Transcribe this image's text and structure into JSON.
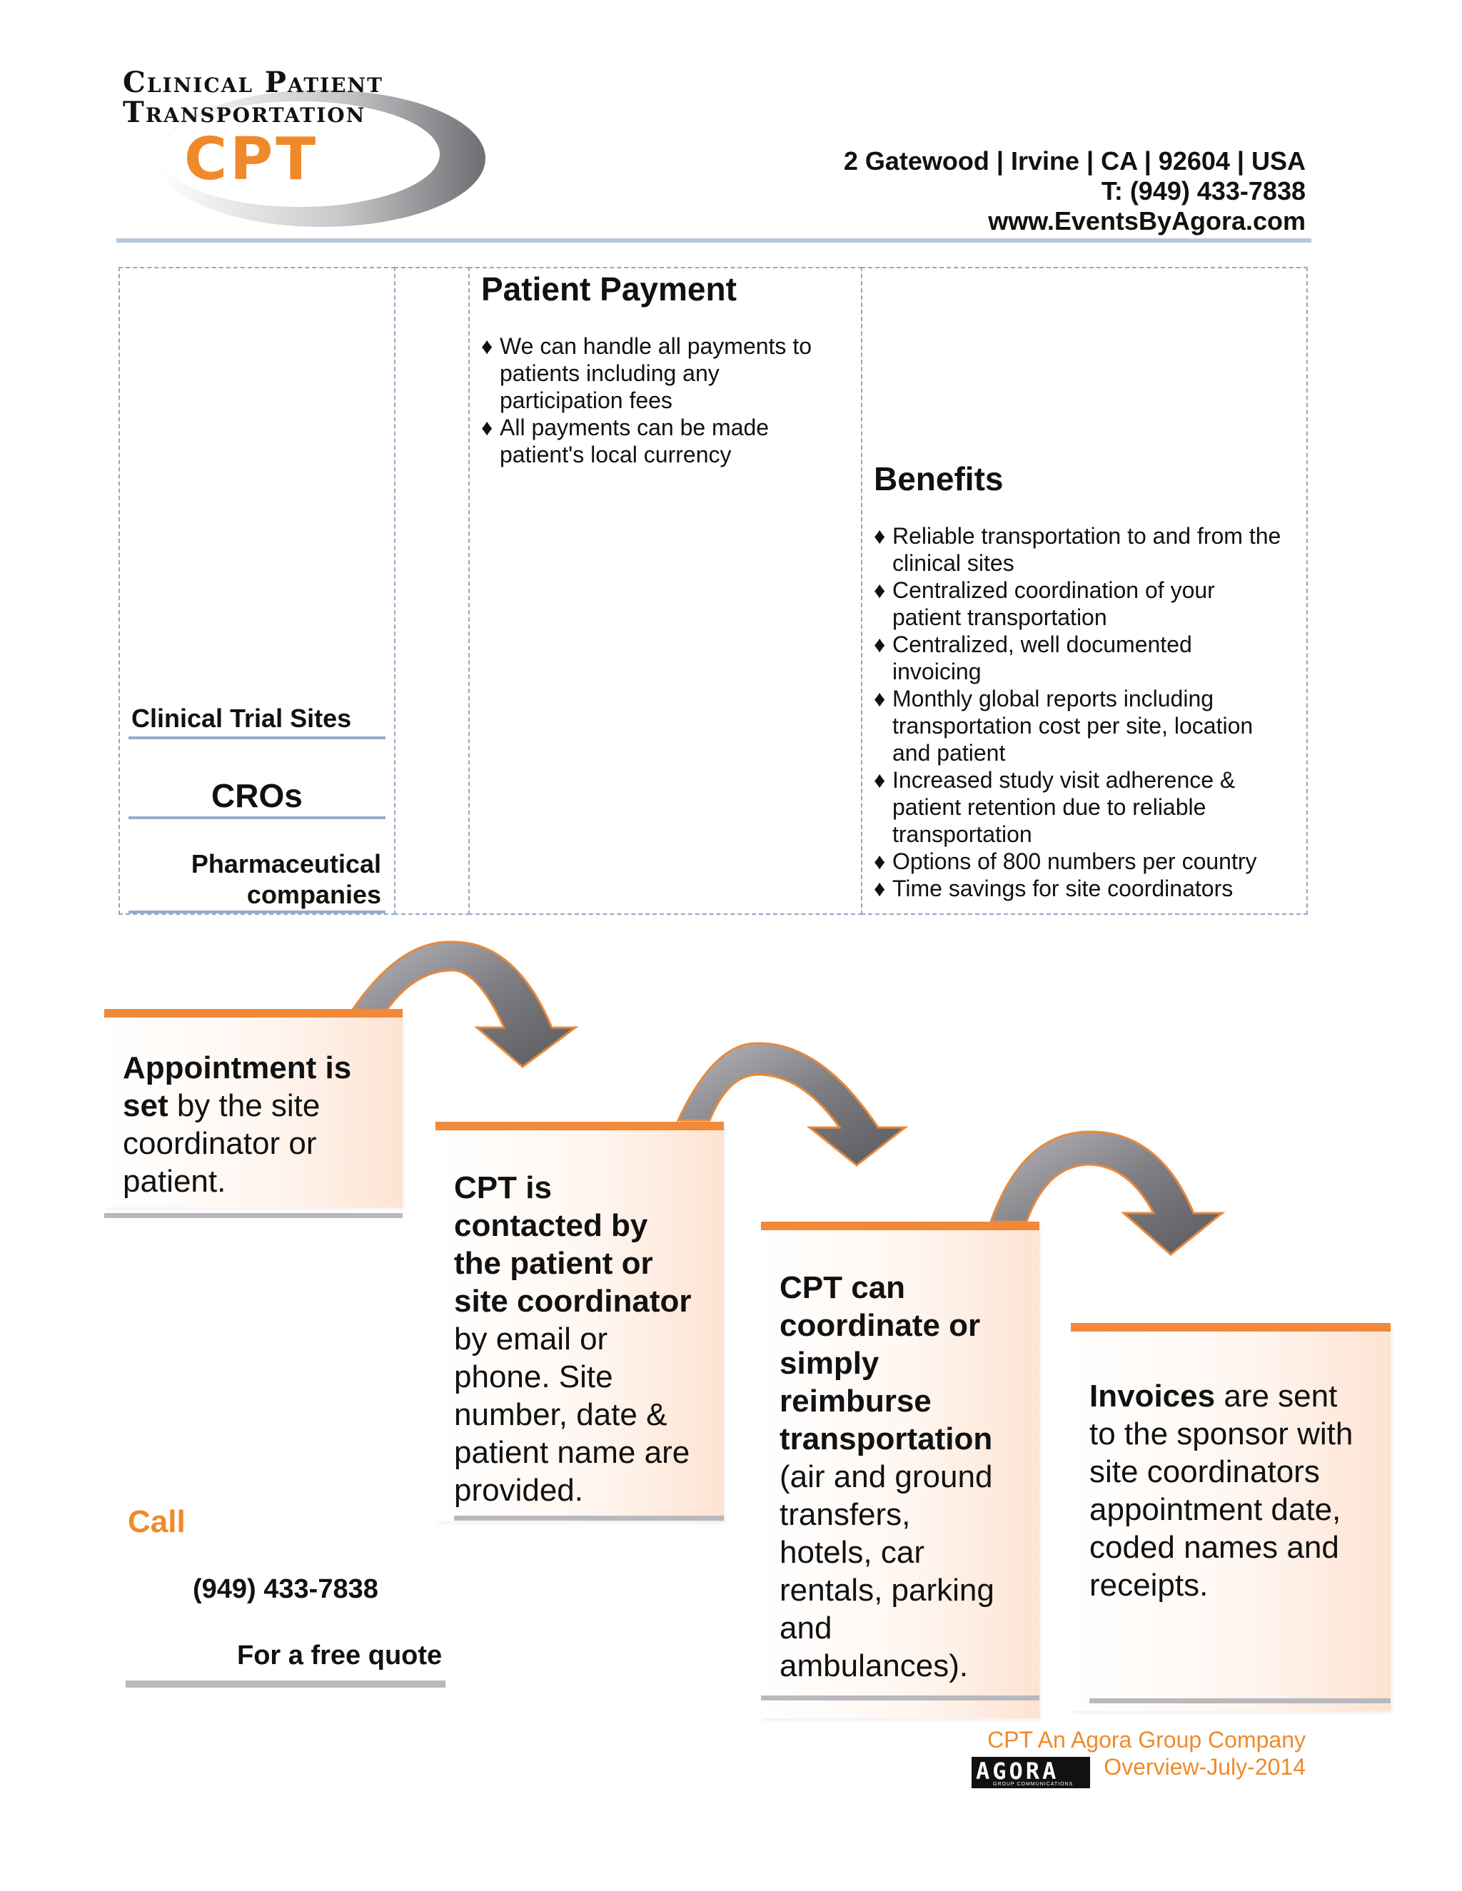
{
  "header": {
    "logo_line1": "Clinical Patient",
    "logo_line2": "Transportation",
    "logo_mark": "CPT",
    "address": "2 Gatewood | Irvine | CA | 92604 | USA",
    "phone": "T: (949) 433-7838",
    "website": "www.EventsByAgora.com"
  },
  "sidebar": {
    "items": [
      "Clinical Trial Sites",
      "CROs",
      "Pharmaceutical",
      "companies"
    ]
  },
  "patient_payment": {
    "title": "Patient Payment",
    "bullets": [
      [
        "We can handle all payments to",
        "patients including any",
        "participation fees"
      ],
      [
        "All payments can be made",
        "patient's local currency"
      ]
    ]
  },
  "benefits": {
    "title": "Benefits",
    "bullets": [
      [
        "Reliable transportation to and from the",
        "clinical sites"
      ],
      [
        "Centralized coordination of your",
        "patient transportation"
      ],
      [
        "Centralized, well documented",
        "invoicing"
      ],
      [
        "Monthly global reports including",
        "transportation cost per site, location",
        "and patient"
      ],
      [
        "Increased study visit adherence &",
        "patient retention due to reliable",
        "transportation"
      ],
      [
        "Options of 800 numbers per country"
      ],
      [
        "Time savings for site coordinators"
      ]
    ]
  },
  "bullet_glyph": "♦",
  "steps": [
    {
      "bold": [
        "Appointment is",
        "set"
      ],
      "lines": [
        " by the site",
        "coordinator or",
        "patient."
      ]
    },
    {
      "bold": [
        "CPT is",
        "contacted by",
        "the patient or",
        "site coordinator"
      ],
      "lines": [
        "by email or",
        "phone. Site",
        "number, date &",
        "patient name are",
        "provided."
      ]
    },
    {
      "bold": [
        "CPT can",
        "coordinate or",
        "simply",
        "reimburse",
        "transportation"
      ],
      "lines": [
        "(air and ground",
        "transfers,",
        "hotels, car",
        "rentals, parking",
        "and",
        "ambulances)."
      ]
    },
    {
      "bold": [
        "Invoices"
      ],
      "lines": [
        " are sent",
        "to the sponsor with",
        "site coordinators",
        "appointment date,",
        "coded names and",
        "receipts."
      ]
    }
  ],
  "cta": {
    "call": "Call",
    "phone": "(949) 433-7838",
    "quote": "For a free quote"
  },
  "footer": {
    "company": "CPT An Agora Group Company",
    "date": "Overview-July-2014",
    "agora_logo_text": "AGORA",
    "agora_logo_sub": "GROUP COMMUNICATIONS"
  },
  "colors": {
    "accent_orange": "#ef8a2a",
    "rule_blue": "#b8c7dc",
    "arrow_gray": "#7a7a7e"
  }
}
